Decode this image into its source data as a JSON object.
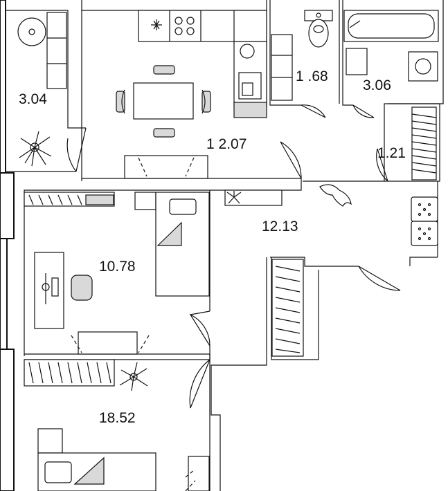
{
  "colors": {
    "line": "#111111",
    "grey_fill": "#d9d9d9",
    "background": "#ffffff"
  },
  "rooms": [
    {
      "id": "balcony",
      "area": "3.04"
    },
    {
      "id": "kitchen",
      "area": "1 2.07"
    },
    {
      "id": "wc",
      "area": "1 .68"
    },
    {
      "id": "bathroom",
      "area": "3.06"
    },
    {
      "id": "closet",
      "area": "1.21"
    },
    {
      "id": "hall",
      "area": "12.13"
    },
    {
      "id": "bedroom-1",
      "area": "10.78"
    },
    {
      "id": "bedroom-2",
      "area": "18.52"
    }
  ]
}
